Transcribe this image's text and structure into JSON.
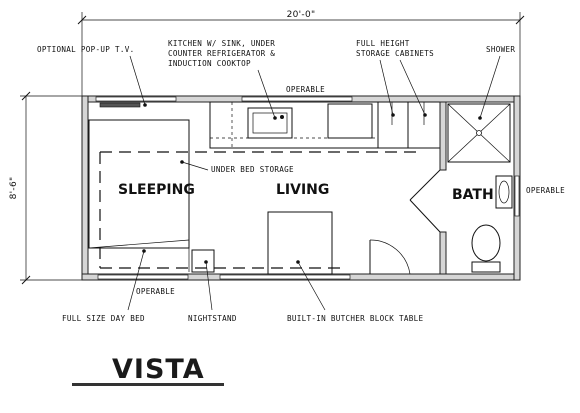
{
  "dimensions": {
    "width": "20'-0\"",
    "height": "8'-6\""
  },
  "rooms": {
    "sleeping": "SLEEPING",
    "living": "LIVING",
    "bath": "BATH"
  },
  "callouts": {
    "tv": "OPTIONAL POP-UP T.V.",
    "kitchen": [
      "KITCHEN W/ SINK, UNDER",
      "COUNTER REFRIGERATOR &",
      "INDUCTION COOKTOP"
    ],
    "cabinets": [
      "FULL HEIGHT",
      "STORAGE CABINETS"
    ],
    "shower": "SHOWER",
    "operable_top": "OPERABLE",
    "under_bed": "UNDER BED STORAGE",
    "operable_right": "OPERABLE",
    "operable_bottom": "OPERABLE",
    "day_bed": "FULL SIZE DAY BED",
    "nightstand": "NIGHTSTAND",
    "table": "BUILT-IN BUTCHER BLOCK TABLE"
  },
  "title": "VISTA"
}
